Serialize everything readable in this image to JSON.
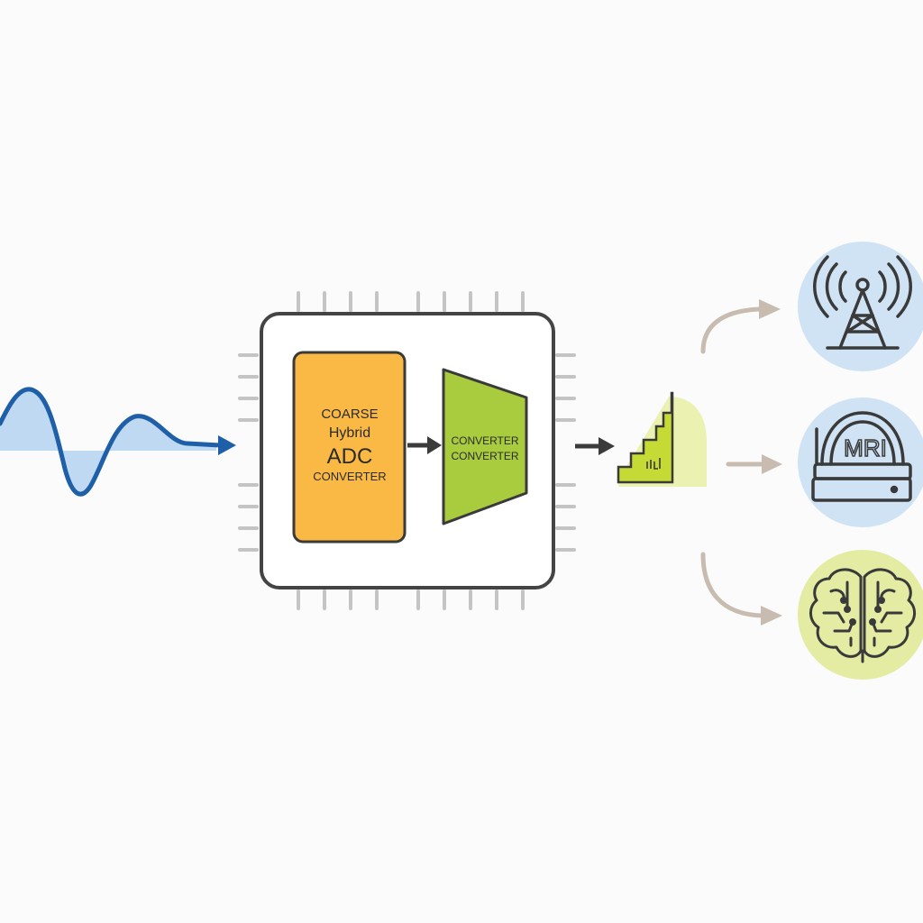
{
  "adc_block": {
    "line1": "COARSE",
    "line2": "Hybrid",
    "line3": "ADC",
    "line4": "CONVERTER"
  },
  "fine_block": {
    "line1": "CONVERTER",
    "line2": "CONVERTER"
  },
  "applications": {
    "mri_label": "MRI"
  },
  "icons": {
    "input": "analog-waveform-icon",
    "chip": "ic-chip-package-icon",
    "output": "digital-staircase-icon",
    "app1": "radio-tower-icon",
    "app2": "mri-scanner-icon",
    "app3": "brain-circuit-icon"
  },
  "colors": {
    "waveform": "#1f5fa8",
    "waveform_fill": "#a9cdee",
    "adc_block": "#f9b944",
    "fine_block": "#a9cb3e",
    "staircase": "#c5da35",
    "staircase_glow": "#e9f0a8",
    "app_blue": "#cfe3f4",
    "app_green": "#e4eca4",
    "connector": "#c8bcb0",
    "chip_border": "#444444",
    "arrow": "#3b3b3b"
  }
}
